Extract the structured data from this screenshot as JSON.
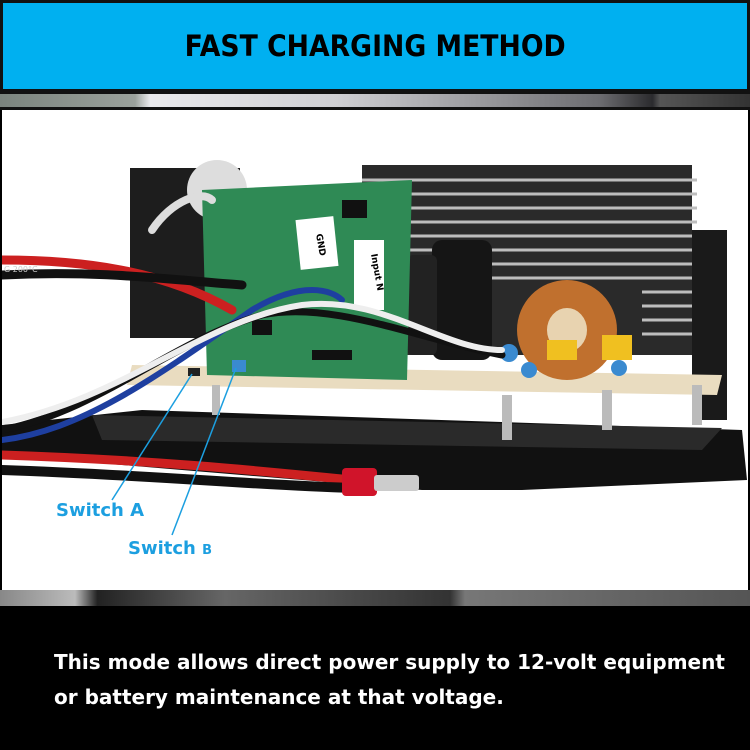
{
  "header": {
    "title": "FAST CHARGING METHOD",
    "background": "#00b0f0"
  },
  "photo": {
    "labels": {
      "switch_a": "Switch A",
      "switch_b_main": "Switch ",
      "switch_b_suffix": "B",
      "label_color": "#1c9fe0"
    },
    "wire_tags": {
      "gnd": "GND",
      "input_n": "Input N",
      "wire_print": "G 200°C"
    }
  },
  "caption": {
    "line1": "This mode allows direct power supply to 12-volt equipment",
    "line2": "or battery maintenance at that voltage."
  }
}
